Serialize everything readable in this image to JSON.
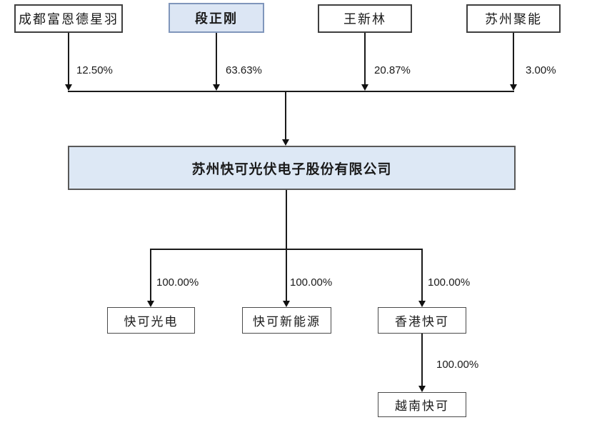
{
  "diagram": {
    "title": "equity-ownership-structure",
    "top_nodes": [
      {
        "label": "成都富恩德星羽",
        "ownership": "12.50%"
      },
      {
        "label": "段正刚",
        "ownership": "63.63%"
      },
      {
        "label": "王新林",
        "ownership": "20.87%"
      },
      {
        "label": "苏州聚能",
        "ownership": "3.00%"
      }
    ],
    "company": {
      "label": "苏州快可光伏电子股份有限公司"
    },
    "subsidiaries": [
      {
        "label": "快可光电",
        "ownership": "100.00%"
      },
      {
        "label": "快可新能源",
        "ownership": "100.00%"
      },
      {
        "label": "香港快可",
        "ownership": "100.00%"
      }
    ],
    "grandchild": {
      "label": "越南快可",
      "ownership": "100.00%"
    },
    "colors": {
      "highlight_fill": "#dce6f4",
      "highlight_border": "#8096bb",
      "company_fill": "#dde8f5",
      "company_border": "#595959",
      "line": "#1a1a1a"
    }
  }
}
